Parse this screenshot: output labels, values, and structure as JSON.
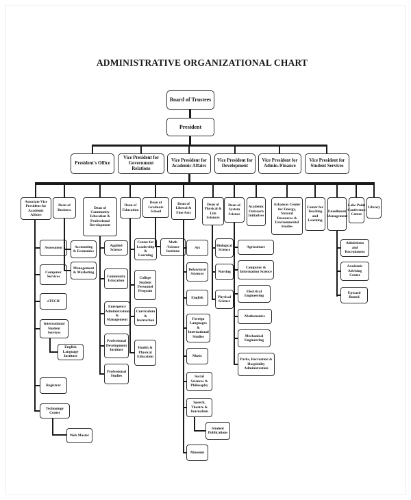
{
  "page": {
    "title": "ADMINISTRATIVE ORGANIZATIONAL CHART"
  },
  "colors": {
    "line": "#1a1a1a",
    "box_border": "#2c2c2c",
    "text": "#141414",
    "background": "#ffffff"
  },
  "nodes": {
    "board": "Board of Trustees",
    "president": "President",
    "presidents_office": "President's Office",
    "vp_government_relations": "Vice President for Government Relations",
    "vp_academic_affairs": "Vice President for Academic Affairs",
    "vp_development": "Vice President for Development",
    "vp_admin_finance": "Vice President for Admin./Finance",
    "vp_student_services": "Vice President for Student Services",
    "avp_academic_affairs": "Associate Vice President for Academic Affairs",
    "dean_business": "Dean of Business",
    "dean_community_ed": "Dean of Community Education & Professional Development",
    "dean_education": "Dean of Education",
    "dean_graduate": "Dean of Graduate School",
    "dean_liberal_fine_arts": "Dean of Liberal & Fine Arts",
    "dean_physical_life": "Dean of Physical & Life Sciences",
    "dean_system_science": "Dean of System Science",
    "academic_outreach": "Academic Outreach Initiatives",
    "arkansas_center": "Arkansas Center for Energy, Natural Resources & Environmental Studies",
    "center_teaching_learning": "Center for Teaching and Learning",
    "enrollment_management": "Enrollment Management",
    "lake_point": "Lake Point Conference Center",
    "library": "Library",
    "assessment": "Assessment",
    "computer_services": "Computer Services",
    "etech": "eTECH",
    "intl_student_services": "International Student Services",
    "english_language_institute": "English Language Institute",
    "registrar": "Registrar",
    "technology_center": "Technology Center",
    "web_master": "Web Master",
    "accounting_economics": "Accounting & Economics",
    "management_marketing": "Management & Marketing",
    "applied_science": "Applied Science",
    "community_education": "Community Education",
    "emergency_admin": "Emergency Administration & Management",
    "prof_dev_institute": "Professional Development Institute",
    "professional_studies": "Professional Studies",
    "center_leadership": "Center for Leadership & Learning",
    "college_student_personnel": "College Student Personnel Program",
    "curriculum_instruction": "Curriculum & Instruction",
    "health_physical_ed": "Health & Physical Education",
    "math_science_institute": "Math /Science Institute",
    "art": "Art",
    "behavioral_sciences": "Behavioral Sciences",
    "english": "English",
    "foreign_languages": "Foreign Languages & International Studies",
    "music": "Music",
    "social_sciences_philosophy": "Social Sciences & Philosophy",
    "speech_theatre_journalism": "Speech, Theatre & Journalism",
    "student_publications": "Student Publications",
    "museum": "Museum",
    "biological_science": "Biological Science",
    "nursing": "Nursing",
    "physical_science": "Physical Science",
    "agriculture": "Agriculture",
    "computer_info_science": "Computer & Information Science",
    "electrical_engineering": "Electrical Engineering",
    "mathematics": "Mathematics",
    "mechanical_engineering": "Mechanical Engineering",
    "parks_recreation": "Parks, Recreation & Hospitality Administration",
    "admissions_recruitment": "Admissions and Recruitment",
    "academic_advising": "Academic Advising Center",
    "upward_bound": "Upward Bound"
  },
  "hierarchy": {
    "board": [
      "president"
    ],
    "president": [
      "presidents_office",
      "vp_government_relations",
      "vp_academic_affairs",
      "vp_development",
      "vp_admin_finance",
      "vp_student_services"
    ],
    "vp_academic_affairs": [
      "avp_academic_affairs",
      "dean_business",
      "dean_community_ed",
      "dean_education",
      "dean_graduate",
      "dean_liberal_fine_arts",
      "dean_physical_life",
      "dean_system_science",
      "academic_outreach",
      "arkansas_center",
      "center_teaching_learning",
      "enrollment_management",
      "lake_point",
      "library"
    ],
    "avp_academic_affairs": [
      "assessment",
      "computer_services",
      "etech",
      "intl_student_services",
      "registrar",
      "technology_center"
    ],
    "intl_student_services": [
      "english_language_institute"
    ],
    "technology_center": [
      "web_master"
    ],
    "dean_business": [
      "accounting_economics",
      "management_marketing"
    ],
    "dean_community_ed": [
      "applied_science",
      "community_education",
      "emergency_admin",
      "prof_dev_institute",
      "professional_studies"
    ],
    "dean_education": [
      "center_leadership",
      "college_student_personnel",
      "curriculum_instruction",
      "health_physical_ed"
    ],
    "dean_graduate": [
      "math_science_institute"
    ],
    "dean_liberal_fine_arts": [
      "art",
      "behavioral_sciences",
      "english",
      "foreign_languages",
      "music",
      "social_sciences_philosophy",
      "speech_theatre_journalism",
      "museum"
    ],
    "speech_theatre_journalism": [
      "student_publications"
    ],
    "dean_physical_life": [
      "biological_science",
      "nursing",
      "physical_science"
    ],
    "dean_system_science": [
      "agriculture",
      "computer_info_science",
      "electrical_engineering",
      "mathematics",
      "mechanical_engineering",
      "parks_recreation"
    ],
    "enrollment_management": [
      "admissions_recruitment",
      "academic_advising",
      "upward_bound"
    ]
  }
}
